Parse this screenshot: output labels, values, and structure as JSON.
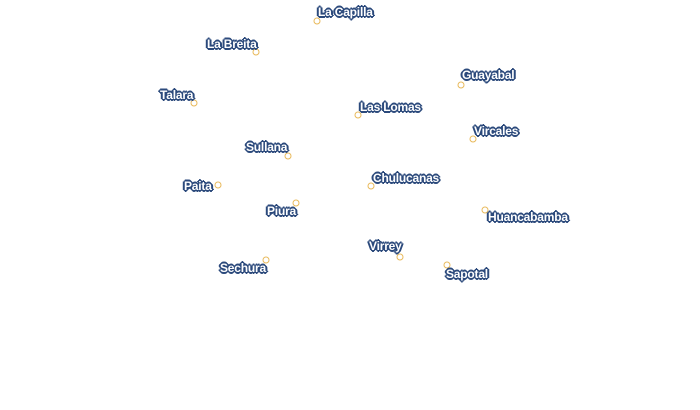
{
  "map": {
    "label_color": "#2c4a7c",
    "marker_color": "#e8b95a",
    "places": [
      {
        "id": "la-capilla",
        "name": "La Capilla"
      },
      {
        "id": "la-breita",
        "name": "La Breita"
      },
      {
        "id": "guayabal",
        "name": "Guayabal"
      },
      {
        "id": "talara",
        "name": "Talara"
      },
      {
        "id": "las-lomas",
        "name": "Las Lomas"
      },
      {
        "id": "vircales",
        "name": "Vircales"
      },
      {
        "id": "sullana",
        "name": "Sullana"
      },
      {
        "id": "chulucanas",
        "name": "Chulucanas"
      },
      {
        "id": "paita",
        "name": "Paita"
      },
      {
        "id": "piura",
        "name": "Piura"
      },
      {
        "id": "huancabamba",
        "name": "Huancabamba"
      },
      {
        "id": "virrey",
        "name": "Virrey"
      },
      {
        "id": "sapotal",
        "name": "Sapotal"
      },
      {
        "id": "sechura",
        "name": "Sechura"
      }
    ]
  }
}
